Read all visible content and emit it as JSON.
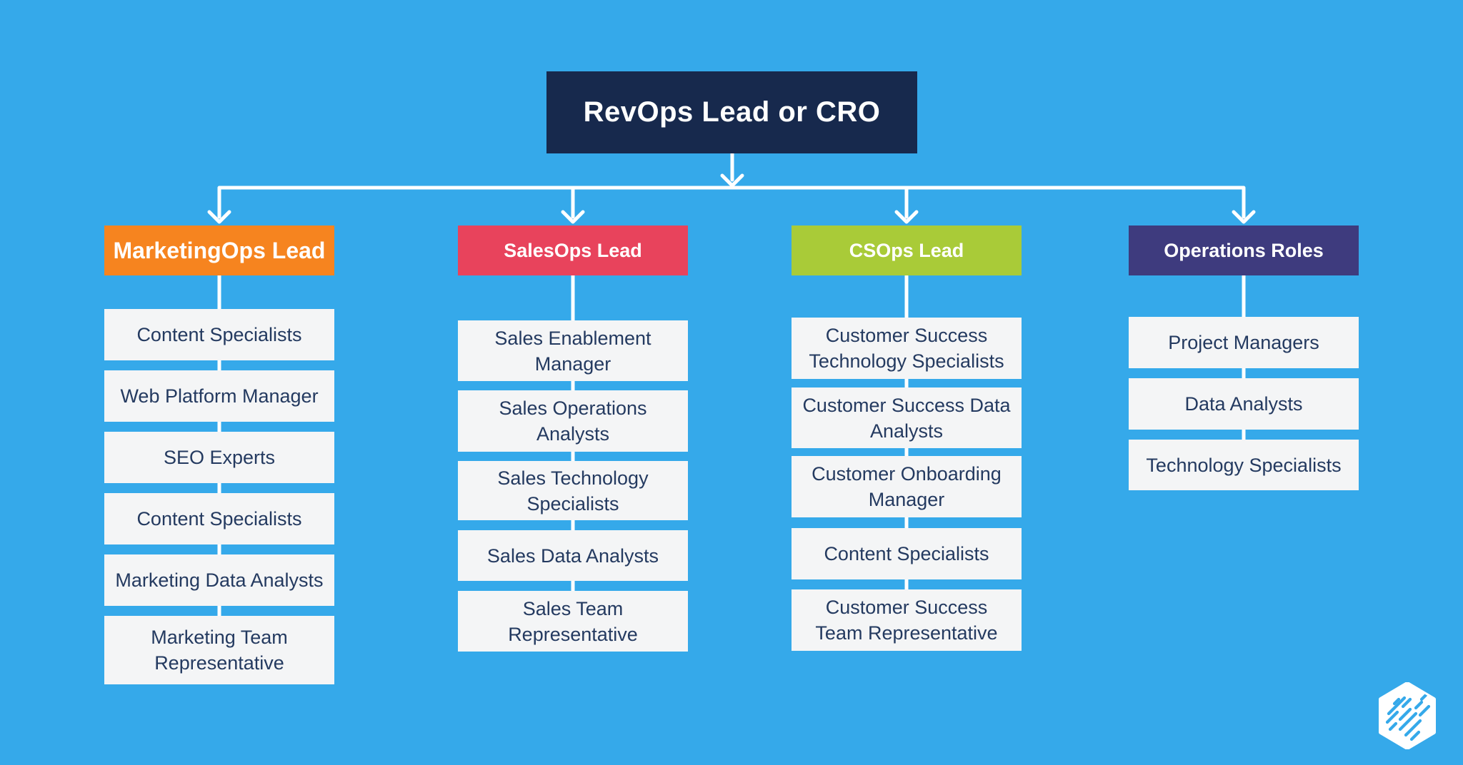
{
  "colors": {
    "background": "#35A9EA",
    "root_box": "#17294D",
    "marketingops_box": "#F6841F",
    "salesops_box": "#E8435C",
    "csops_box": "#A9CB38",
    "operations_box": "#3E3B7E",
    "child_box": "#F4F5F6",
    "child_text": "#243A60",
    "connector": "#FFFFFF"
  },
  "root": {
    "label": "RevOps Lead or CRO"
  },
  "columns": [
    {
      "lead": "MarketingOps Lead",
      "children": [
        "Content Specialists",
        "Web Platform Manager",
        "SEO Experts",
        "Content Specialists",
        "Marketing Data Analysts",
        "Marketing Team\nRepresentative"
      ]
    },
    {
      "lead": "SalesOps Lead",
      "children": [
        "Sales Enablement\nManager",
        "Sales Operations\nAnalysts",
        "Sales Technology\nSpecialists",
        "Sales Data Analysts",
        "Sales Team\nRepresentative"
      ]
    },
    {
      "lead": "CSOps Lead",
      "children": [
        "Customer Success\nTechnology Specialists",
        "Customer Success Data\nAnalysts",
        "Customer Onboarding\nManager",
        "Content Specialists",
        "Customer Success\nTeam Representative"
      ]
    },
    {
      "lead": "Operations Roles",
      "children": [
        "Project Managers",
        "Data Analysts",
        "Technology Specialists"
      ]
    }
  ],
  "icons": {
    "brand_logo": "hexagon-scribble-logo"
  }
}
